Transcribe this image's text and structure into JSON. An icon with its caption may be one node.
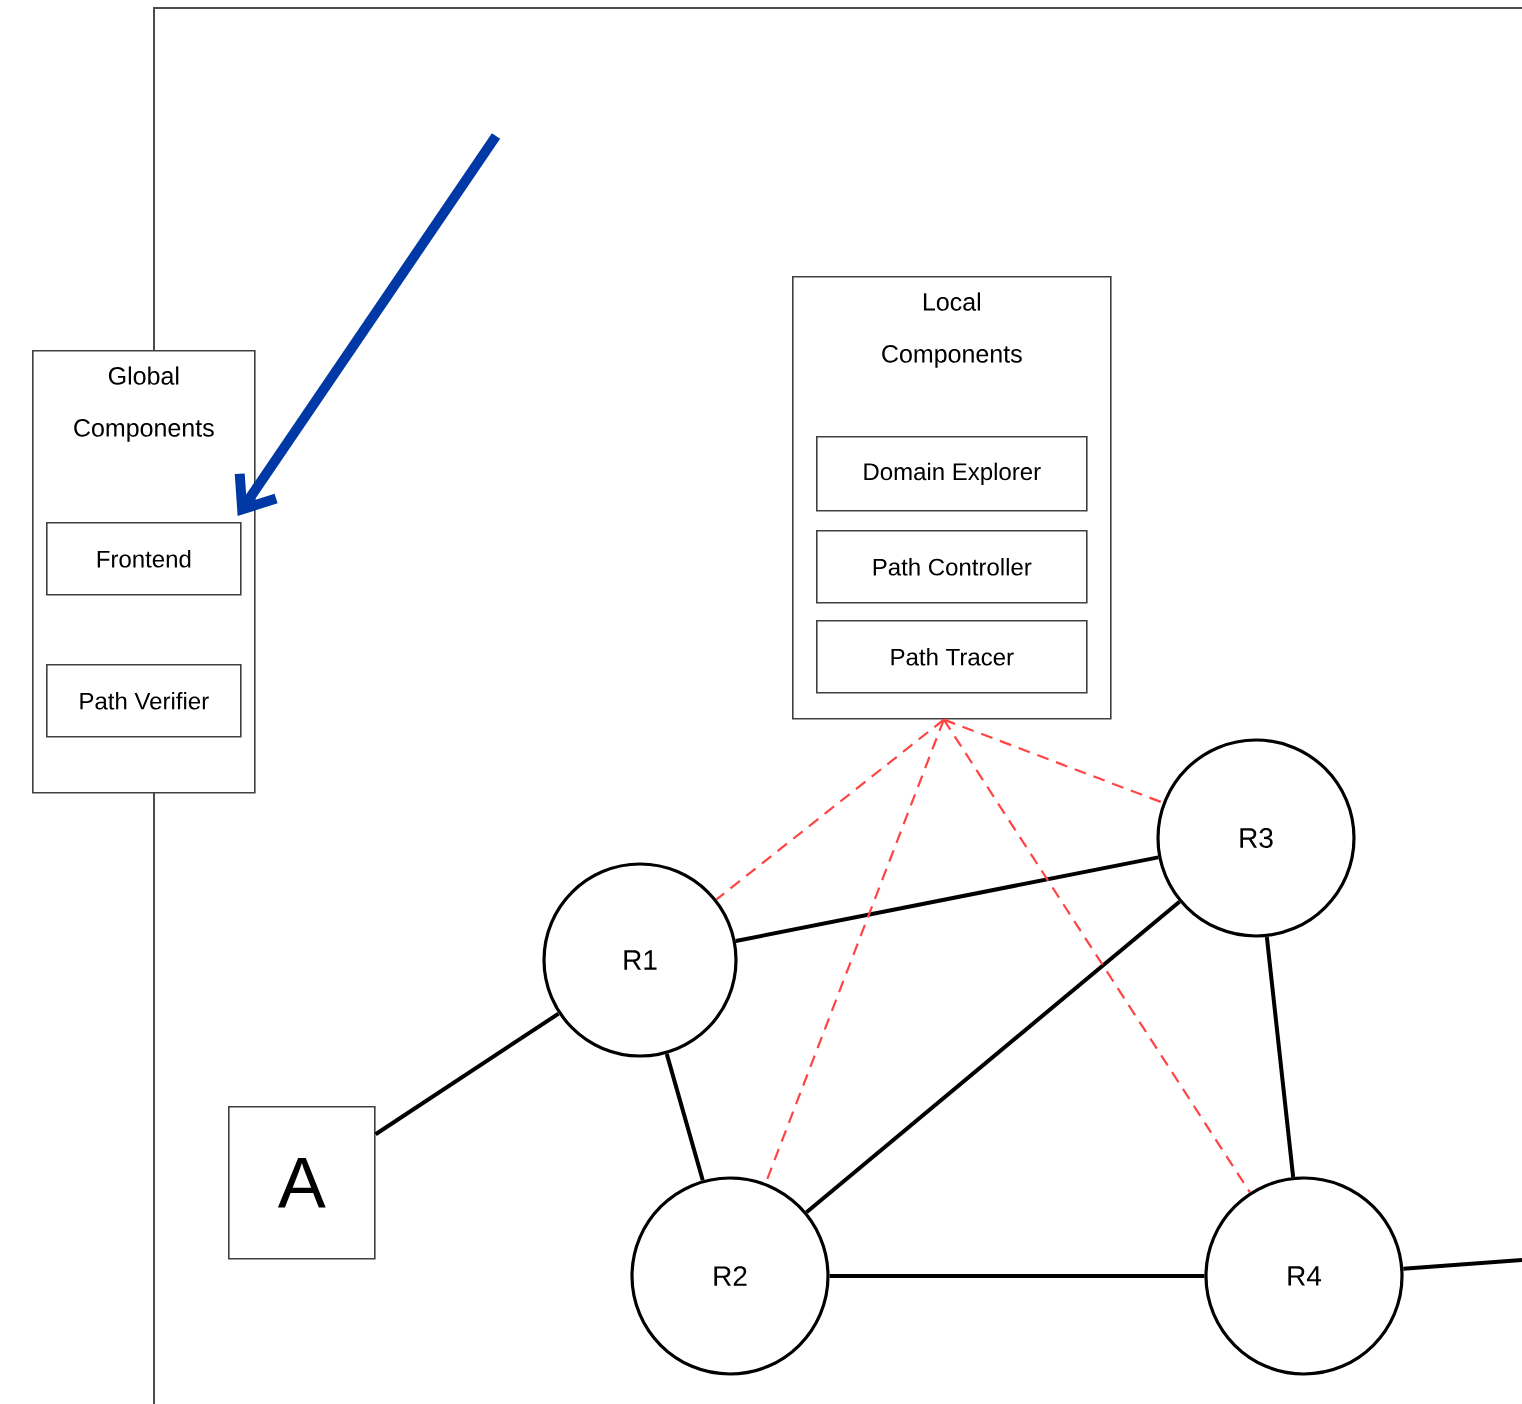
{
  "diagram": {
    "nodes": [
      {
        "text": [
          "Global Components"
        ]
      },
      {
        "text": [
          "Frontend"
        ],
        "in": 0
      },
      {
        "text": [
          "Path Verifier"
        ],
        "in": 0
      },
      {
        "text": [
          "Local Components"
        ]
      },
      {
        "text": [
          "Domain Explorer"
        ],
        "in": 3
      },
      {
        "text": [
          "Path Controller"
        ],
        "in": 3
      },
      {
        "text": [
          "Path Tracer"
        ],
        "in": 3
      },
      {
        "text": [
          "R1"
        ]
      },
      {
        "text": [
          "R2"
        ]
      },
      {
        "text": [
          "R3"
        ]
      },
      {
        "text": [
          "R4"
        ]
      },
      {
        "text": [
          "A"
        ]
      }
    ],
    "edges": [
      {
        "from": 11,
        "to": 7,
        "arrow": "none"
      },
      {
        "from": 7,
        "to": 8,
        "arrow": "none"
      },
      {
        "from": 7,
        "to": 9,
        "arrow": "none"
      },
      {
        "from": 8,
        "to": 9,
        "arrow": "none"
      },
      {
        "from": 8,
        "to": 10,
        "arrow": "none"
      },
      {
        "from": 9,
        "to": 10,
        "arrow": "none"
      },
      {
        "from": 10,
        "to": null,
        "arrow": "none"
      },
      {
        "from": 3,
        "to": 7,
        "arrow": "none",
        "style": "dashed",
        "color": "#ff4444"
      },
      {
        "from": 3,
        "to": 8,
        "arrow": "none",
        "style": "dashed",
        "color": "#ff4444"
      },
      {
        "from": 3,
        "to": 9,
        "arrow": "none",
        "style": "dashed",
        "color": "#ff4444"
      },
      {
        "from": 3,
        "to": 10,
        "arrow": "none",
        "style": "dashed",
        "color": "#ff4444"
      },
      {
        "from": null,
        "to": 1,
        "arrow": "to",
        "style": "thick",
        "color": "#0039a6"
      }
    ]
  }
}
